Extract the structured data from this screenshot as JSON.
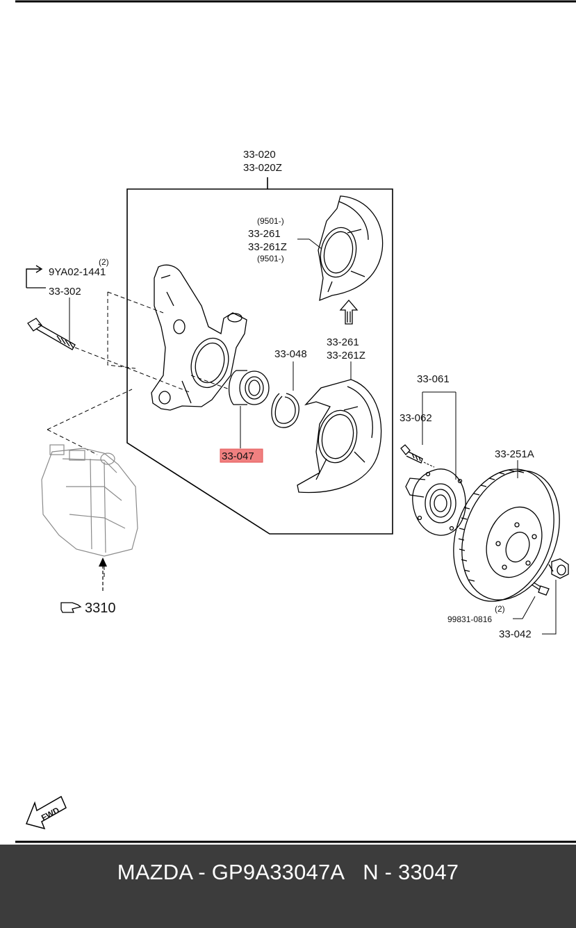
{
  "diagram": {
    "knuckle_assy": [
      "33-020",
      "33-020Z"
    ],
    "dust_cover_upper": [
      "(9501-)",
      "33-261",
      "33-261Z",
      "(9501-)"
    ],
    "dust_cover_lower": [
      "33-261",
      "33-261Z"
    ],
    "snap_ring": "33-048",
    "bearing": "33-047",
    "bolt": {
      "qty": "(2)",
      "ref": "9YA02-1441",
      "part": "33-302"
    },
    "hub_assy": "33-061",
    "hub_bolt": "33-062",
    "disc": "33-251A",
    "screw": {
      "qty": "(2)",
      "part": "99831-0816"
    },
    "nut": "33-042",
    "caliper_ref": "3310",
    "fwd": "FWD",
    "highlight_color": "#f08080"
  },
  "footer": {
    "title_left": "MAZDA - GP9A33047A",
    "title_right": "N - 33047",
    "background": "#3c3c3c"
  }
}
